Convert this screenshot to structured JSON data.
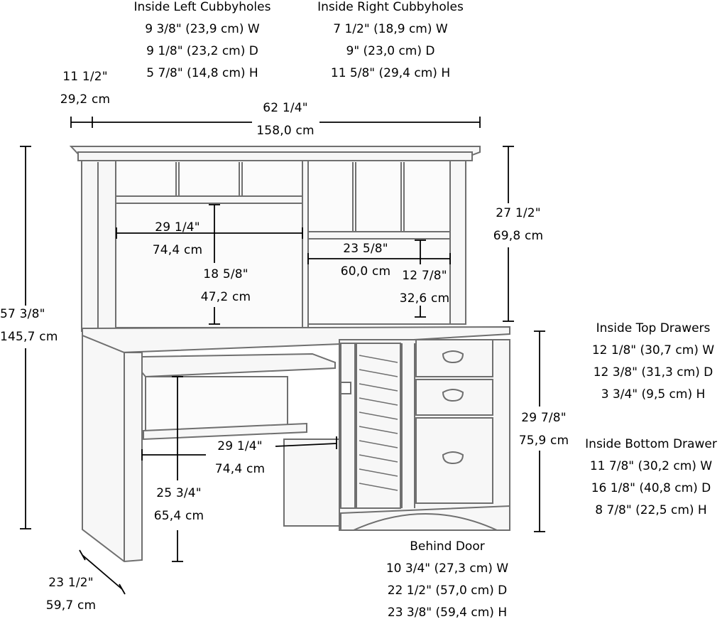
{
  "blocks": {
    "left_cubby": {
      "title": "Inside Left Cubbyholes",
      "lines": [
        "9 3/8\" (23,9 cm) W",
        "9 1/8\" (23,2 cm) D",
        "5 7/8\" (14,8 cm) H"
      ]
    },
    "right_cubby": {
      "title": "Inside Right Cubbyholes",
      "lines": [
        "7 1/2\" (18,9 cm) W",
        "9\" (23,0 cm) D",
        "11 5/8\" (29,4 cm) H"
      ]
    },
    "top_drawers": {
      "title": "Inside Top Drawers",
      "lines": [
        "12 1/8\" (30,7 cm) W",
        "12 3/8\" (31,3 cm) D",
        "3 3/4\" (9,5 cm) H"
      ]
    },
    "bottom_drawer": {
      "title": "Inside Bottom Drawer",
      "lines": [
        "11 7/8\" (30,2 cm) W",
        "16 1/8\" (40,8 cm) D",
        "8 7/8\" (22,5 cm) H"
      ]
    },
    "behind_door": {
      "title": "Behind Door",
      "lines": [
        "10 3/4\" (27,3 cm) W",
        "22 1/2\" (57,0 cm) D",
        "23 3/8\" (59,4 cm) H"
      ]
    }
  },
  "dims": {
    "overhang": {
      "in": "11 1/2\"",
      "cm": "29,2 cm"
    },
    "total_width": {
      "in": "62 1/4\"",
      "cm": "158,0 cm"
    },
    "total_height": {
      "in": "57 3/8\"",
      "cm": "145,7 cm"
    },
    "hutch_height": {
      "in": "27 1/2\"",
      "cm": "69,8 cm"
    },
    "desk_height": {
      "in": "29 7/8\"",
      "cm": "75,9 cm"
    },
    "left_open_width": {
      "in": "29 1/4\"",
      "cm": "74,4 cm"
    },
    "left_open_height": {
      "in": "18 5/8\"",
      "cm": "47,2 cm"
    },
    "right_open_width": {
      "in": "23 5/8\"",
      "cm": "60,0 cm"
    },
    "right_open_height": {
      "in": "12 7/8\"",
      "cm": "32,6 cm"
    },
    "kneehole_width": {
      "in": "29 1/4\"",
      "cm": "74,4 cm"
    },
    "kneehole_height": {
      "in": "25 3/4\"",
      "cm": "65,4 cm"
    },
    "depth": {
      "in": "23 1/2\"",
      "cm": "59,7 cm"
    }
  },
  "colors": {
    "line": "#000000",
    "outline": "#6f6f6f",
    "face": "#f7f7f7",
    "shade": "#e4e4e4"
  }
}
